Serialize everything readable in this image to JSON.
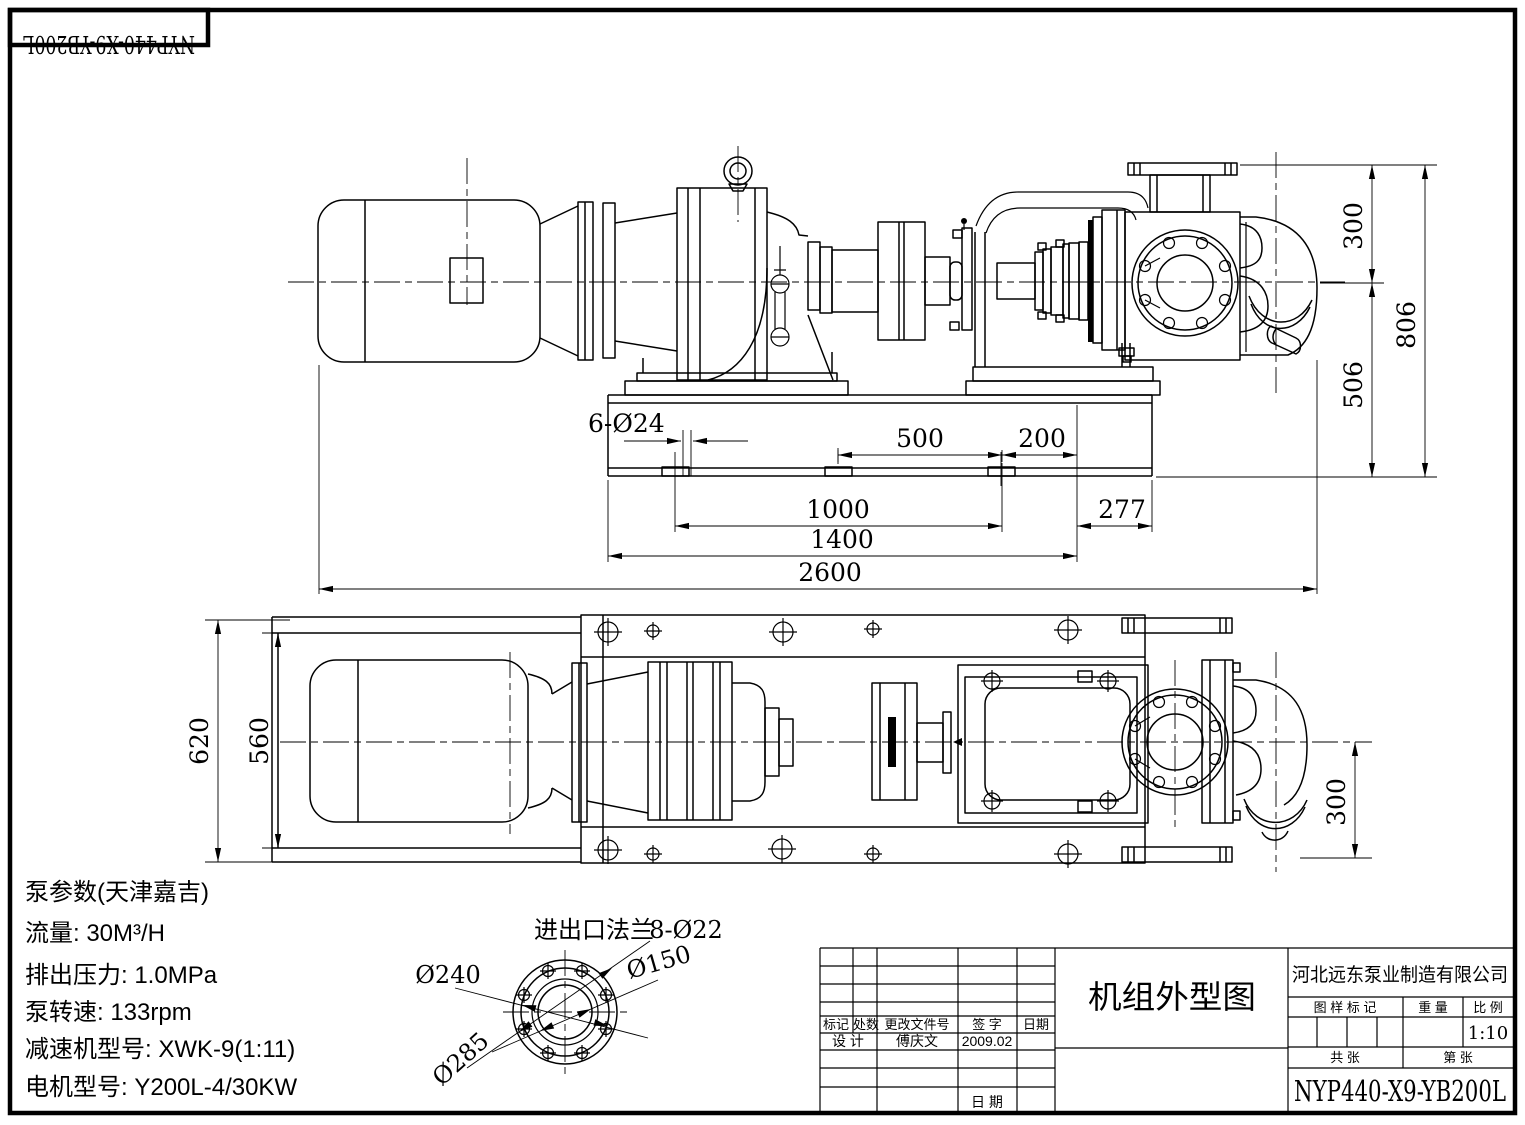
{
  "stamp": {
    "part_number": "NYP440-X9-YB200L"
  },
  "pump_params": {
    "title": "泵参数(天津嘉吉)",
    "flow": "流量: 30M³/H",
    "pressure": "排出压力: 1.0MPa",
    "speed": "泵转速: 133rpm",
    "reducer": "减速机型号: XWK-9(1:11)",
    "motor": "电机型号: Y200L-4/30KW"
  },
  "top_view": {
    "dims": {
      "bolt_holes": "6-Ø24",
      "d500": "500",
      "d200": "200",
      "d1000": "1000",
      "d277": "277",
      "d1400": "1400",
      "d2600": "2600",
      "d300": "300",
      "d506": "506",
      "d806": "806"
    }
  },
  "plan_view": {
    "dims": {
      "d620": "620",
      "d560": "560",
      "d300": "300"
    }
  },
  "flange_detail": {
    "label": "进出口法兰",
    "holes": "8-Ø22",
    "bolt_circle": "Ø240",
    "bore": "Ø150",
    "outer_dia": "Ø285"
  },
  "title_block": {
    "company": "河北远东泵业制造有限公司",
    "drawing_title": "机组外型图",
    "part_number": "NYP440-X9-YB200L",
    "mark_label": "图 样 标 记",
    "weight_label": "重 量",
    "scale_label": "比 例",
    "scale_value": "1:10",
    "total_sheets_label": "共    张",
    "sheet_no_label": "第    张",
    "rev_headers": [
      "标记",
      "处数",
      "更改文件号",
      "签 字",
      "日期"
    ],
    "design_label": "设 计",
    "designer": "傅庆文",
    "design_date": "2009.02",
    "date_label": "日 期"
  }
}
